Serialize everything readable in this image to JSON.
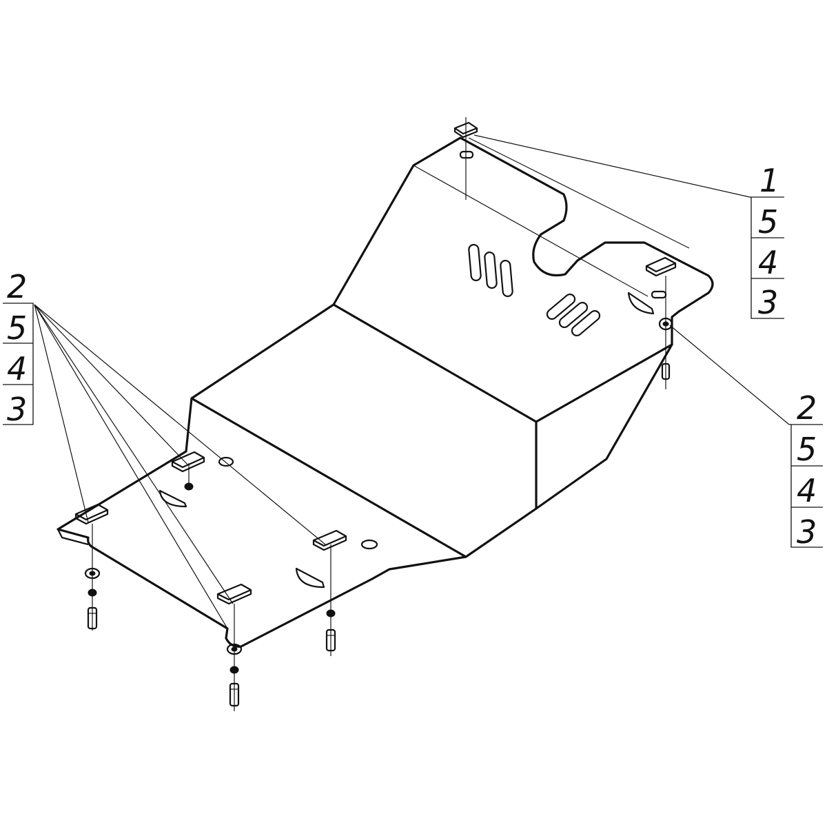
{
  "callouts": {
    "top_right": {
      "items": [
        "1",
        "5",
        "4",
        "3"
      ]
    },
    "middle_right": {
      "items": [
        "2",
        "5",
        "4",
        "3"
      ]
    },
    "left": {
      "items": [
        "2",
        "5",
        "4",
        "3"
      ]
    }
  },
  "colors": {
    "ink": "#111111",
    "background": "#ffffff"
  }
}
